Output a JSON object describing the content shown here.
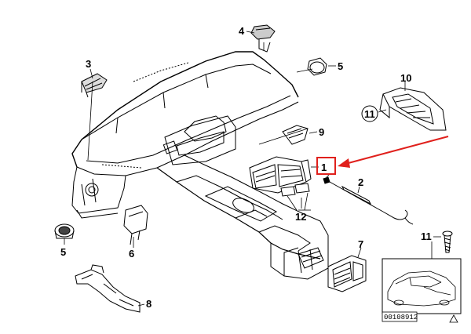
{
  "diagram": {
    "highlight_color": "#e0201c",
    "parts": [
      {
        "id": "p1",
        "label": "1"
      },
      {
        "id": "p2",
        "label": "2"
      },
      {
        "id": "p3",
        "label": "3"
      },
      {
        "id": "p4",
        "label": "4"
      },
      {
        "id": "p5a",
        "label": "5"
      },
      {
        "id": "p5b",
        "label": "5"
      },
      {
        "id": "p6",
        "label": "6"
      },
      {
        "id": "p7",
        "label": "7"
      },
      {
        "id": "p8",
        "label": "8"
      },
      {
        "id": "p9",
        "label": "9"
      },
      {
        "id": "p10",
        "label": "10"
      },
      {
        "id": "p11a",
        "label": "11"
      },
      {
        "id": "p11b",
        "label": "11"
      },
      {
        "id": "p12",
        "label": "12"
      }
    ],
    "drawing_number": "00108912"
  }
}
